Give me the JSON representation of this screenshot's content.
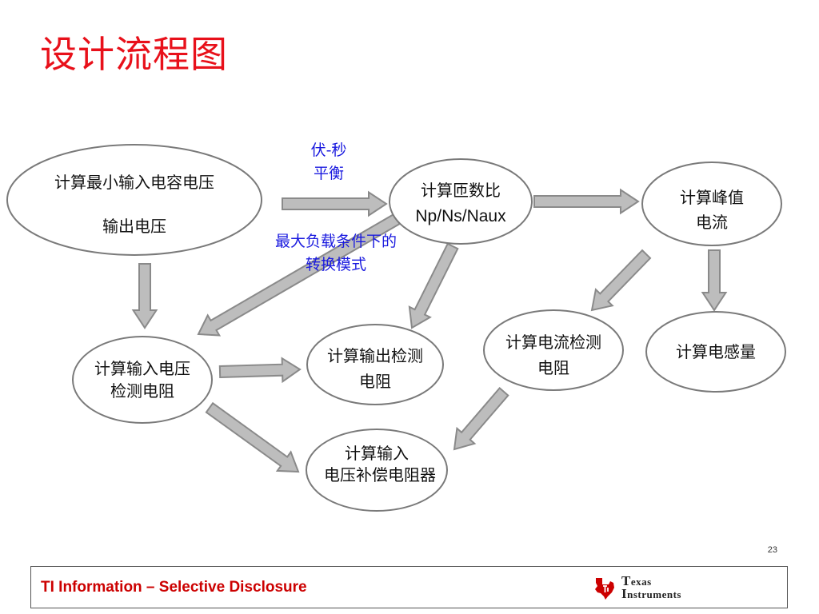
{
  "slide": {
    "title": "设计流程图",
    "page_number": "23"
  },
  "footer": {
    "text": "TI Information – Selective Disclosure",
    "logo_line1": "Texas",
    "logo_line2": "Instruments"
  },
  "colors": {
    "title": "#e8101a",
    "note": "#1a1adf",
    "footer_text": "#cc0000",
    "arrow_fill": "#bdbdbd",
    "arrow_stroke": "#8a8a8a",
    "node_stroke": "#7a7a7a"
  },
  "diagram": {
    "nodes": {
      "min_input_cap": {
        "line1": "计算最小输入电容电压",
        "line2": "输出电压"
      },
      "turns_ratio": {
        "line1": "计算匝数比",
        "line2": "Np/Ns/Naux"
      },
      "peak_current": {
        "line1": "计算峰值",
        "line2": "电流"
      },
      "input_voltage_sense": {
        "line1": "计算输入电压",
        "line2": "检测电阻"
      },
      "output_sense": {
        "line1": "计算输出检测",
        "line2": "电阻"
      },
      "current_sense": {
        "line1": "计算电流检测",
        "line2": "电阻"
      },
      "inductance": {
        "line1": "计算电感量"
      },
      "comp_resistor": {
        "line1": "计算输入",
        "line2": "电压补偿电阻器"
      }
    },
    "notes": {
      "volt_second": {
        "line1": "伏-秒",
        "line2": "平衡"
      },
      "max_load": {
        "line1": "最大负载条件下的",
        "line2": "转换模式"
      }
    }
  }
}
